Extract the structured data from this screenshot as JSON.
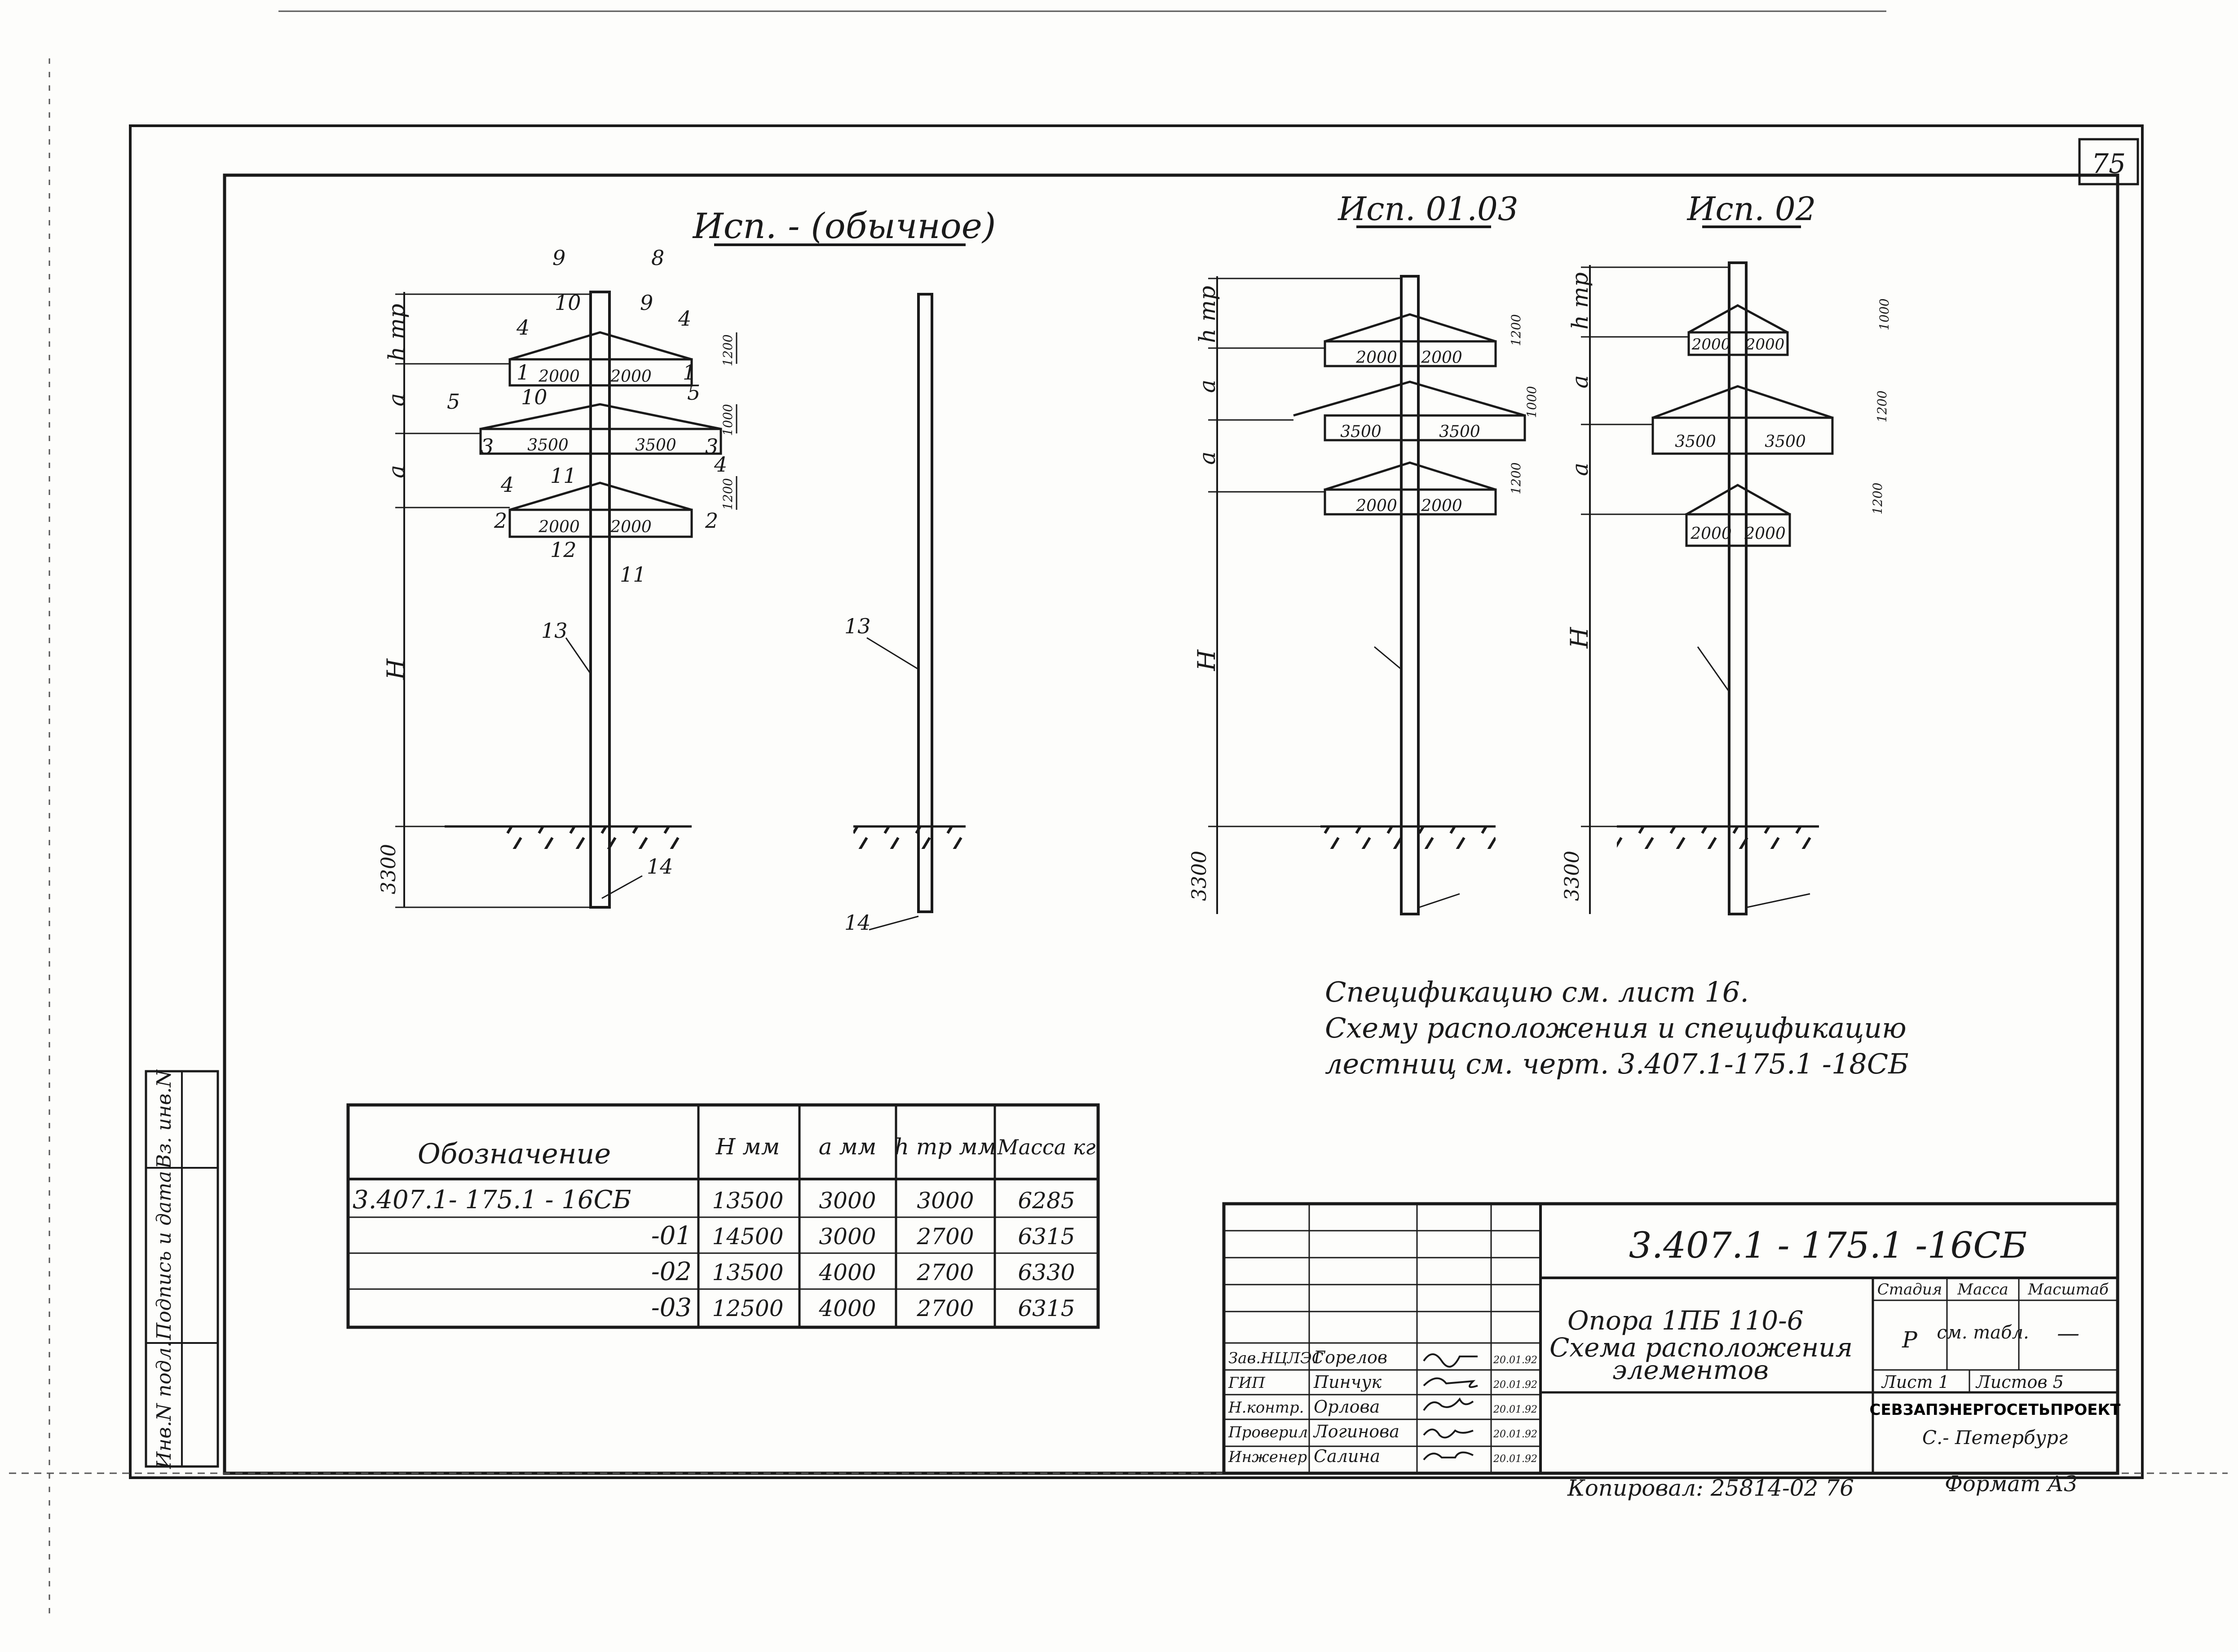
{
  "sheet_number": "75",
  "variants": [
    {
      "title": "Исп. - (обычное)",
      "label_nums": {
        "top_left": "9",
        "top_right": "8",
        "a": "10",
        "b": "9",
        "c": "4",
        "d": "4",
        "e": "1",
        "f": "1",
        "g": "10",
        "h": "5",
        "i": "5",
        "j": "3",
        "k": "3",
        "l": "11",
        "m": "4",
        "n": "4",
        "o": "2",
        "p": "2",
        "q": "12",
        "r": "11",
        "s": "13",
        "t": "14"
      }
    },
    {
      "title": "Исп. 01.03"
    },
    {
      "title": "Исп. 02"
    }
  ],
  "side_view_labels": {
    "pole": "13",
    "foot": "14"
  },
  "dims": {
    "htr": "h тр",
    "a": "a",
    "H": "H",
    "depth": "3300",
    "w2000": "2000",
    "w3500": "3500",
    "v1000": "1000",
    "v1200": "1200"
  },
  "notes": [
    "Спецификацию см. лист 16.",
    "Схему расположения и спецификацию",
    "лестниц см. черт. 3.407.1-175.1 -18СБ"
  ],
  "table": {
    "headers": [
      "Обозначение",
      "H мм",
      "a мм",
      "h тр мм",
      "Масса кг"
    ],
    "rows": [
      [
        "3.407.1- 175.1 - 16СБ",
        "13500",
        "3000",
        "3000",
        "6285"
      ],
      [
        "-01",
        "14500",
        "3000",
        "2700",
        "6315"
      ],
      [
        "-02",
        "13500",
        "4000",
        "2700",
        "6330"
      ],
      [
        "-03",
        "12500",
        "4000",
        "2700",
        "6315"
      ]
    ]
  },
  "side_stamp": [
    "Инв.N подл.",
    "Подпись и дата",
    "Вз. инв.N"
  ],
  "title_block": {
    "doc_code": "3.407.1 - 175.1 -16СБ",
    "name_lines": [
      "Опора 1ПБ 110-6",
      "Схема расположения",
      "элементов"
    ],
    "stage_h": "Стадия",
    "mass_h": "Масса",
    "scale_h": "Масштаб",
    "stage": "Р",
    "mass": "см. табл.",
    "scale": "—",
    "sheet": "Лист 1",
    "sheets": "Листов 5",
    "org": "СЕВЗАПЭНЕРГОСЕТЬПРОЕКТ",
    "city": "С.- Петербург",
    "roles": [
      {
        "role": "Зав.НЦЛЭС",
        "name": "Горелов",
        "date": "20.01.92"
      },
      {
        "role": "ГИП",
        "name": "Пинчук",
        "date": "20.01.92"
      },
      {
        "role": "Н.контр.",
        "name": "Орлова",
        "date": "20.01.92"
      },
      {
        "role": "Проверил",
        "name": "Логинова",
        "date": "20.01.92"
      },
      {
        "role": "Инженер",
        "name": "Салина",
        "date": "20.01.92"
      }
    ]
  },
  "copy_note": "Копировал: 25814-02 76",
  "format": "Формат А3"
}
